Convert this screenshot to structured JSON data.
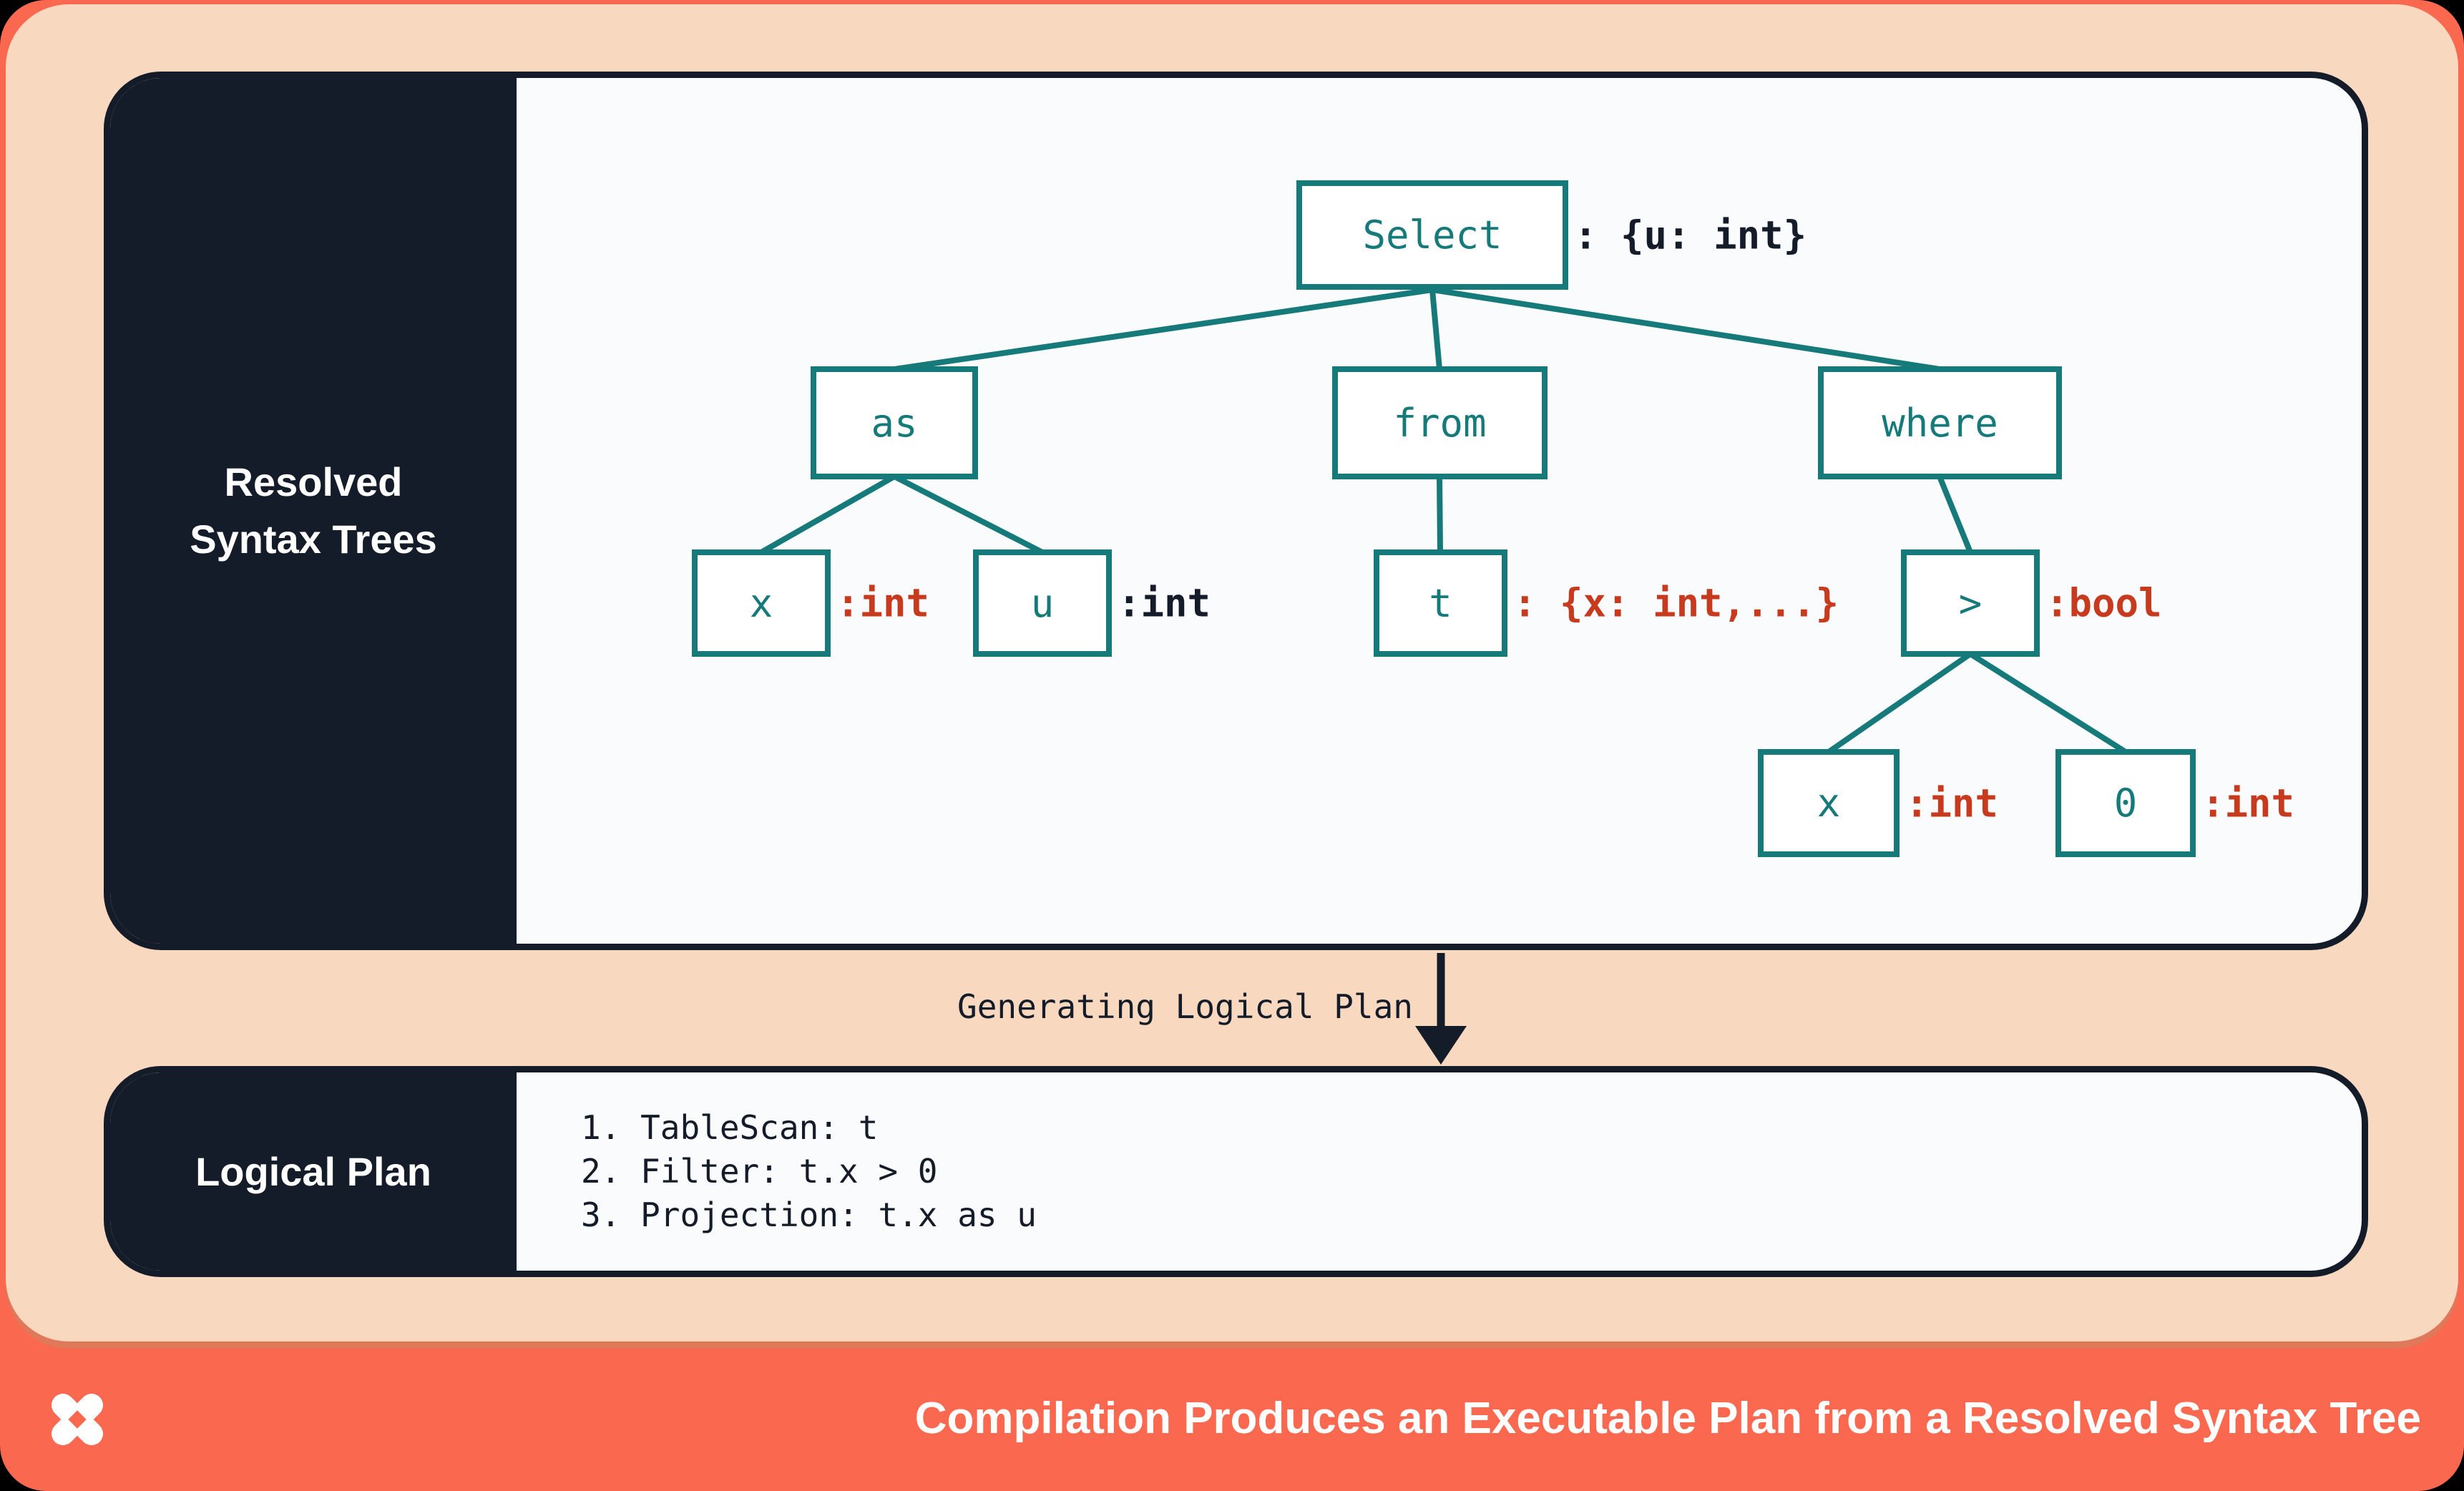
{
  "colors": {
    "coral": "#fb6850",
    "coral_rim": "#e0785a",
    "peach": "#f8d9c0",
    "navy": "#141b29",
    "teal": "#16797a",
    "red": "#c83a1d",
    "panel_background": "#fafbfc"
  },
  "resolved_panel": {
    "title_line1": "Resolved",
    "title_line2": "Syntax Trees"
  },
  "tree": {
    "nodes": {
      "select": {
        "label": "Select",
        "annotation": ": {u: int}",
        "annotation_color": "navy"
      },
      "as": {
        "label": "as"
      },
      "from": {
        "label": "from"
      },
      "where": {
        "label": "where"
      },
      "x1": {
        "label": "x",
        "annotation": ":int",
        "annotation_color": "red"
      },
      "u": {
        "label": "u",
        "annotation": ":int",
        "annotation_color": "navy"
      },
      "t": {
        "label": "t",
        "annotation": ": {x: int,...}",
        "annotation_color": "red"
      },
      "gt": {
        "label": ">",
        "annotation": ":bool",
        "annotation_color": "red"
      },
      "x2": {
        "label": "x",
        "annotation": ":int",
        "annotation_color": "red"
      },
      "zero": {
        "label": "0",
        "annotation": ":int",
        "annotation_color": "red"
      }
    }
  },
  "transition": {
    "label": "Generating Logical Plan"
  },
  "logical_panel": {
    "title": "Logical Plan",
    "steps": [
      "1. TableScan: t",
      "2. Filter: t.x > 0",
      "3. Projection: t.x as u"
    ]
  },
  "footer": {
    "title": "Compilation Produces an Executable Plan from a Resolved Syntax Tree",
    "logo": "dolt-pinwheel-logo"
  }
}
